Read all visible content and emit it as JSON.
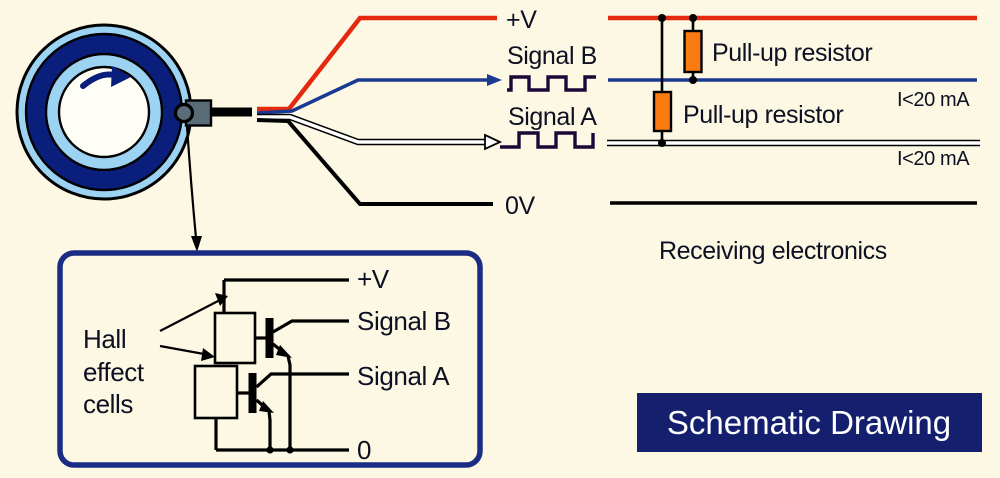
{
  "colors": {
    "background": "#FCF8E3",
    "wire_red": "#E5290E",
    "wire_blue": "#1A3A92",
    "wire_black": "#000000",
    "wire_white_outlined": "#FFFFFF",
    "resistor_orange": "#F97B12",
    "encoder_light_blue": "#9CD3F2",
    "encoder_navy": "#0A1F7B",
    "connector_gray": "#5A6C78",
    "waveform_dark": "#1C0838",
    "detail_box_border": "#1B2C85",
    "badge_background": "#14206E",
    "badge_text": "#FFFFFF",
    "label_text": "#0D1022"
  },
  "main_diagram": {
    "wire_labels": {
      "plus_v": "+V",
      "signal_b": "Signal B",
      "signal_a": "Signal A",
      "zero_v": "0V"
    },
    "pullup_resistor_1_label": "Pull-up resistor",
    "pullup_resistor_2_label": "Pull-up resistor",
    "current_limit_1": "I<20 mA",
    "current_limit_2": "I<20 mA",
    "receiving_electronics_label": "Receiving electronics"
  },
  "detail_box": {
    "hall_label_line1": "Hall",
    "hall_label_line2": "effect",
    "hall_label_line3": "cells",
    "terminal_plus_v": "+V",
    "terminal_signal_b": "Signal B",
    "terminal_signal_a": "Signal A",
    "terminal_zero": "0"
  },
  "badge": {
    "text": "Schematic Drawing"
  }
}
